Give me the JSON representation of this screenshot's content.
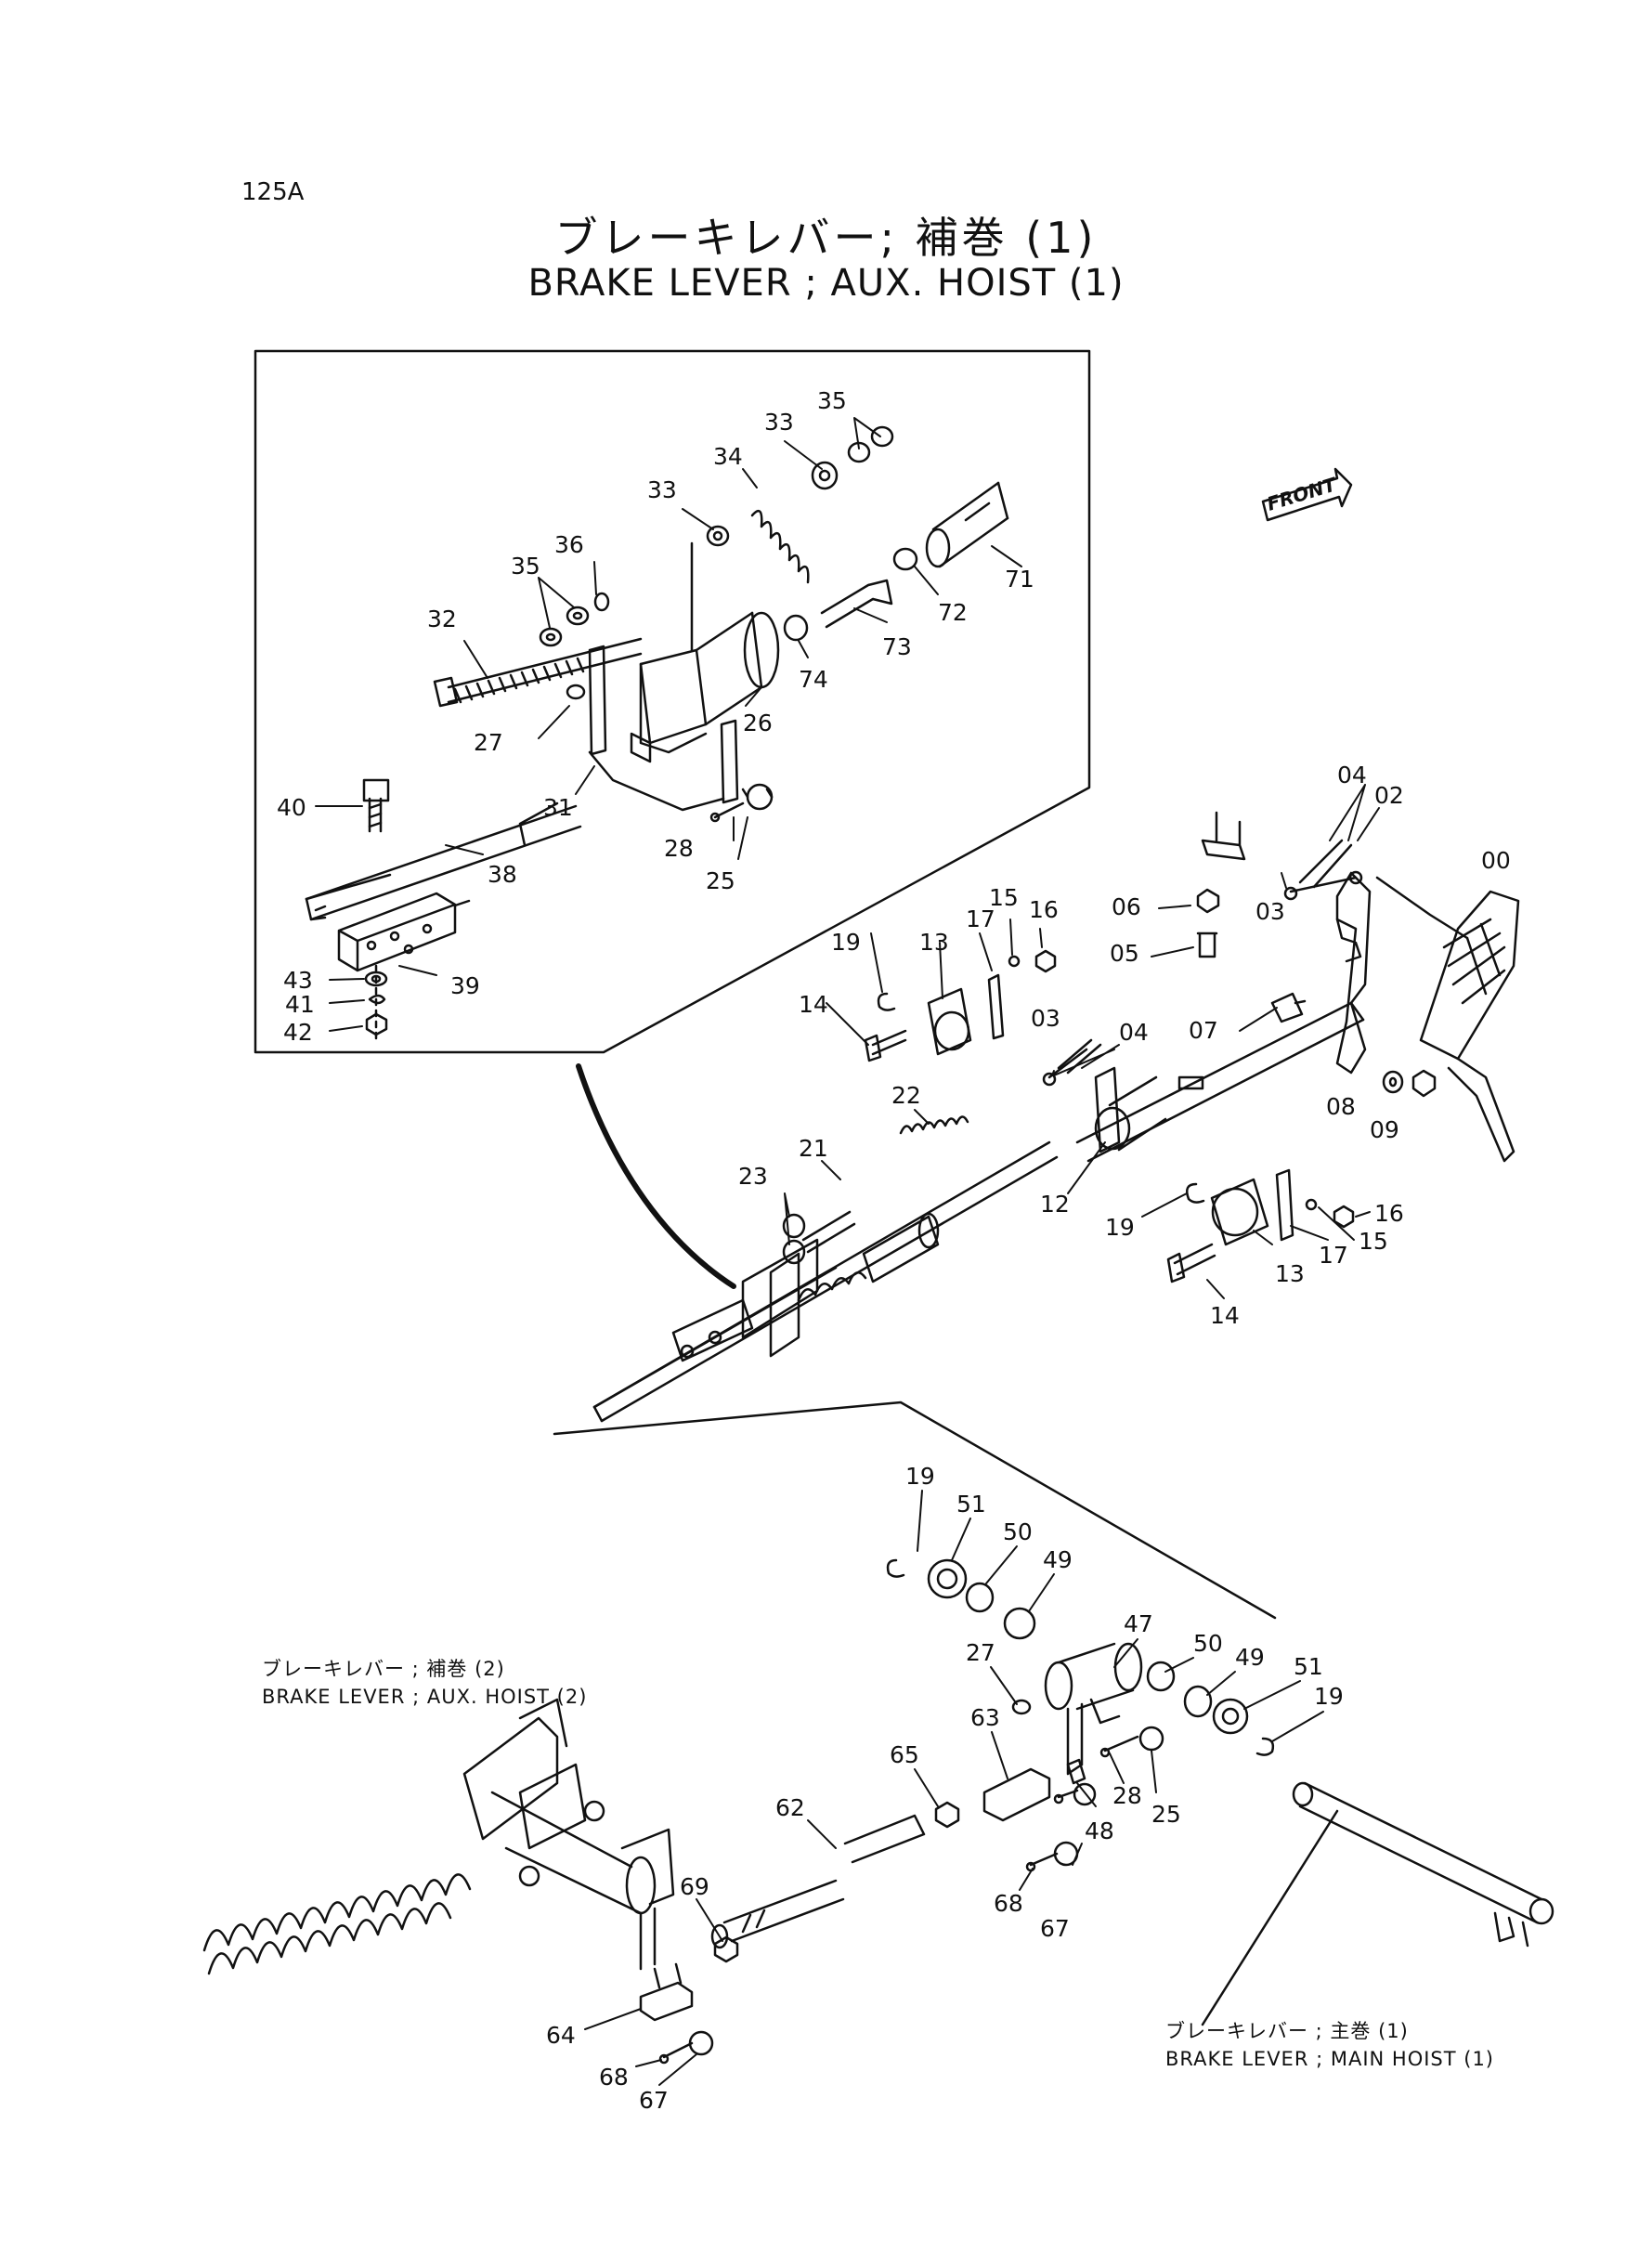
{
  "page_number": "125A",
  "title_jp": "ブレーキレバー; 補巻 (1)",
  "title_en": "BRAKE LEVER ; AUX. HOIST (1)",
  "front_label": "FRONT",
  "refs": {
    "aux_hoist_2_jp": "ブレーキレバー ; 補巻 (2)",
    "aux_hoist_2_en": "BRAKE LEVER ; AUX. HOIST (2)",
    "main_hoist_1_jp": "ブレーキレバー ; 主巻 (1)",
    "main_hoist_1_en": "BRAKE LEVER ; MAIN HOIST (1)"
  },
  "callouts": [
    {
      "id": "c35a",
      "label": "35"
    },
    {
      "id": "c33a",
      "label": "33"
    },
    {
      "id": "c34",
      "label": "34"
    },
    {
      "id": "c33b",
      "label": "33"
    },
    {
      "id": "c36",
      "label": "36"
    },
    {
      "id": "c35b",
      "label": "35"
    },
    {
      "id": "c32",
      "label": "32"
    },
    {
      "id": "c71",
      "label": "71"
    },
    {
      "id": "c72",
      "label": "72"
    },
    {
      "id": "c73",
      "label": "73"
    },
    {
      "id": "c74",
      "label": "74"
    },
    {
      "id": "c26",
      "label": "26"
    },
    {
      "id": "c27a",
      "label": "27"
    },
    {
      "id": "c31",
      "label": "31"
    },
    {
      "id": "c40",
      "label": "40"
    },
    {
      "id": "c38",
      "label": "38"
    },
    {
      "id": "c28a",
      "label": "28"
    },
    {
      "id": "c25a",
      "label": "25"
    },
    {
      "id": "c43",
      "label": "43"
    },
    {
      "id": "c39",
      "label": "39"
    },
    {
      "id": "c41",
      "label": "41"
    },
    {
      "id": "c42",
      "label": "42"
    },
    {
      "id": "c04a",
      "label": "04"
    },
    {
      "id": "c02",
      "label": "02"
    },
    {
      "id": "c00",
      "label": "00"
    },
    {
      "id": "c03a",
      "label": "03"
    },
    {
      "id": "c06",
      "label": "06"
    },
    {
      "id": "c05",
      "label": "05"
    },
    {
      "id": "c16a",
      "label": "16"
    },
    {
      "id": "c15a",
      "label": "15"
    },
    {
      "id": "c17a",
      "label": "17"
    },
    {
      "id": "c19a",
      "label": "19"
    },
    {
      "id": "c13a",
      "label": "13"
    },
    {
      "id": "c14a",
      "label": "14"
    },
    {
      "id": "c07",
      "label": "07"
    },
    {
      "id": "c03b",
      "label": "03"
    },
    {
      "id": "c04b",
      "label": "04"
    },
    {
      "id": "c08",
      "label": "08"
    },
    {
      "id": "c09",
      "label": "09"
    },
    {
      "id": "c22",
      "label": "22"
    },
    {
      "id": "c21",
      "label": "21"
    },
    {
      "id": "c23",
      "label": "23"
    },
    {
      "id": "c12",
      "label": "12"
    },
    {
      "id": "c19b",
      "label": "19"
    },
    {
      "id": "c16b",
      "label": "16"
    },
    {
      "id": "c15b",
      "label": "15"
    },
    {
      "id": "c17b",
      "label": "17"
    },
    {
      "id": "c13b",
      "label": "13"
    },
    {
      "id": "c14b",
      "label": "14"
    },
    {
      "id": "c19c",
      "label": "19"
    },
    {
      "id": "c51a",
      "label": "51"
    },
    {
      "id": "c50a",
      "label": "50"
    },
    {
      "id": "c49a",
      "label": "49"
    },
    {
      "id": "c47",
      "label": "47"
    },
    {
      "id": "c27b",
      "label": "27"
    },
    {
      "id": "c50b",
      "label": "50"
    },
    {
      "id": "c49b",
      "label": "49"
    },
    {
      "id": "c51b",
      "label": "51"
    },
    {
      "id": "c19d",
      "label": "19"
    },
    {
      "id": "c63",
      "label": "63"
    },
    {
      "id": "c65",
      "label": "65"
    },
    {
      "id": "c62",
      "label": "62"
    },
    {
      "id": "c28b",
      "label": "28"
    },
    {
      "id": "c25b",
      "label": "25"
    },
    {
      "id": "c48",
      "label": "48"
    },
    {
      "id": "c68a",
      "label": "68"
    },
    {
      "id": "c67a",
      "label": "67"
    },
    {
      "id": "c69",
      "label": "69"
    },
    {
      "id": "c64",
      "label": "64"
    },
    {
      "id": "c68b",
      "label": "68"
    },
    {
      "id": "c67b",
      "label": "67"
    }
  ]
}
